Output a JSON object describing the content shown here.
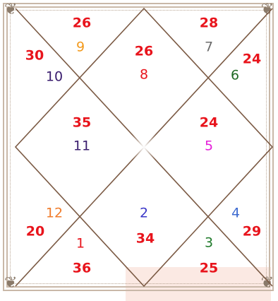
{
  "colors": {
    "line": "#7b5a44",
    "center_glow": "#ffffff",
    "frame": "#c9b8a8",
    "highlight": "#fbe9e3",
    "points_text": "#e8141c"
  },
  "decor": {
    "corner_icon": "flourish-icon",
    "corner_glyph": "❦"
  },
  "houses": [
    {
      "id": "top-diamond",
      "house": "8",
      "points": "26",
      "house_color": "#e8141c"
    },
    {
      "id": "top-left",
      "house": "9",
      "points": "26",
      "house_color": "#f39a1d"
    },
    {
      "id": "left-top",
      "house": "10",
      "points": "30",
      "house_color": "#3a1d6e"
    },
    {
      "id": "left-diamond",
      "house": "11",
      "points": "35",
      "house_color": "#3a1d6e"
    },
    {
      "id": "left-bottom",
      "house": "12",
      "points": "20",
      "house_color": "#f07b2a"
    },
    {
      "id": "bottom-left",
      "house": "1",
      "points": "36",
      "house_color": "#e8141c"
    },
    {
      "id": "bottom-diamond",
      "house": "2",
      "points": "34",
      "house_color": "#3a36c8"
    },
    {
      "id": "bottom-right",
      "house": "3",
      "points": "25",
      "house_color": "#1f7a2a"
    },
    {
      "id": "right-bottom",
      "house": "4",
      "points": "29",
      "house_color": "#3c6ad0"
    },
    {
      "id": "right-diamond",
      "house": "5",
      "points": "24",
      "house_color": "#e51ed9"
    },
    {
      "id": "right-top",
      "house": "6",
      "points": "24",
      "house_color": "#1f6a24"
    },
    {
      "id": "top-right",
      "house": "7",
      "points": "28",
      "house_color": "#6b6b6b"
    }
  ]
}
